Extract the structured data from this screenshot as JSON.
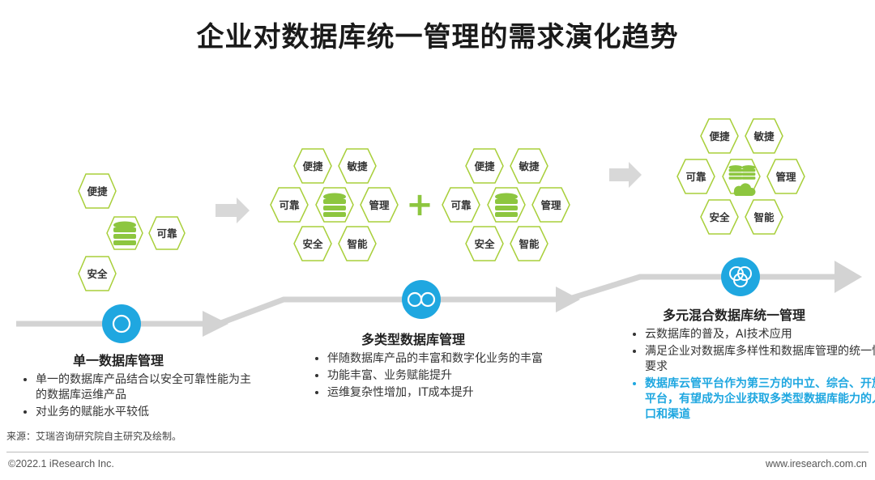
{
  "title": "企业对数据库统一管理的需求演化趋势",
  "colors": {
    "hex_stroke": "#a8cf3a",
    "db_green": "#8dc63f",
    "arrow_gray": "#d0d0d0",
    "node_blue": "#1fa7e0",
    "highlight": "#1fa7e0"
  },
  "stage1": {
    "hex_labels": {
      "a": "便捷",
      "b": "可靠",
      "c": "安全"
    },
    "title": "单一数据库管理",
    "points": [
      "单一的数据库产品结合以安全可靠性能为主的数据库运维产品",
      "对业务的赋能水平较低"
    ]
  },
  "stage2": {
    "cluster_a": {
      "tl": "便捷",
      "tr": "敏捷",
      "l": "可靠",
      "r": "管理",
      "bl": "安全",
      "br": "智能"
    },
    "cluster_b": {
      "tl": "便捷",
      "tr": "敏捷",
      "l": "可靠",
      "r": "管理",
      "bl": "安全",
      "br": "智能"
    },
    "plus": "+",
    "title": "多类型数据库管理",
    "points": [
      "伴随数据库产品的丰富和数字化业务的丰富",
      "功能丰富、业务赋能提升",
      "运维复杂性增加，IT成本提升"
    ]
  },
  "stage3": {
    "cluster": {
      "tl": "便捷",
      "tr": "敏捷",
      "l": "可靠",
      "r": "管理",
      "bl": "安全",
      "br": "智能"
    },
    "title": "多元混合数据库统一管理",
    "points": [
      "云数据库的普及，AI技术应用",
      "满足企业对数据库多样性和数据库管理的统一性要求"
    ],
    "highlight_point": "数据库云管平台作为第三方的中立、综合、开放平台，有望成为企业获取多类型数据库能力的入口和渠道"
  },
  "footer": {
    "source": "来源：艾瑞咨询研究院自主研究及绘制。",
    "copyright": "©2022.1 iResearch Inc.",
    "website": "www.iresearch.com.cn"
  }
}
